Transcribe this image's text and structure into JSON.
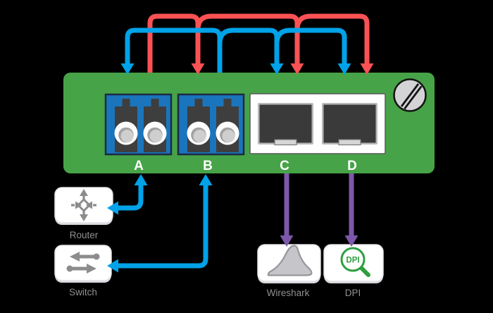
{
  "diagram": {
    "kind": "network-tap-wiring-diagram",
    "background": "#000000"
  },
  "device": {
    "ports": [
      {
        "label": "A",
        "type": "fiber-lc-duplex"
      },
      {
        "label": "B",
        "type": "fiber-lc-duplex"
      },
      {
        "label": "C",
        "type": "copper-monitor"
      },
      {
        "label": "D",
        "type": "copper-monitor"
      }
    ]
  },
  "flows": {
    "red": {
      "from": "A",
      "to": [
        "B",
        "C",
        "D"
      ]
    },
    "blue": {
      "from": "B",
      "to": [
        "A",
        "C",
        "D"
      ]
    },
    "monitor_links": [
      {
        "from": "C",
        "to": "Wireshark"
      },
      {
        "from": "D",
        "to": "DPI"
      }
    ],
    "network_links": [
      {
        "port": "A",
        "endpoint": "Router",
        "bidirectional": true
      },
      {
        "port": "B",
        "endpoint": "Switch",
        "bidirectional": true
      }
    ]
  },
  "endpoints": {
    "router": {
      "label": "Router"
    },
    "switch": {
      "label": "Switch"
    },
    "wireshark": {
      "label": "Wireshark"
    },
    "dpi": {
      "label": "DPI",
      "badge": "DPI"
    }
  },
  "colors": {
    "background": "#000000",
    "device_green": "#47a347",
    "port_blue": "#1a75bc",
    "port_dark": "#3a3a3b",
    "flow_red": "#fa5254",
    "flow_blue": "#00a2e8",
    "monitor_purple": "#7d58aa",
    "label_gray": "#8f9091",
    "icon_gray": "#8c8c8c",
    "dpi_green": "#2f9e41",
    "screw_gray": "#d4d4d6",
    "box_white": "#ffffff"
  }
}
